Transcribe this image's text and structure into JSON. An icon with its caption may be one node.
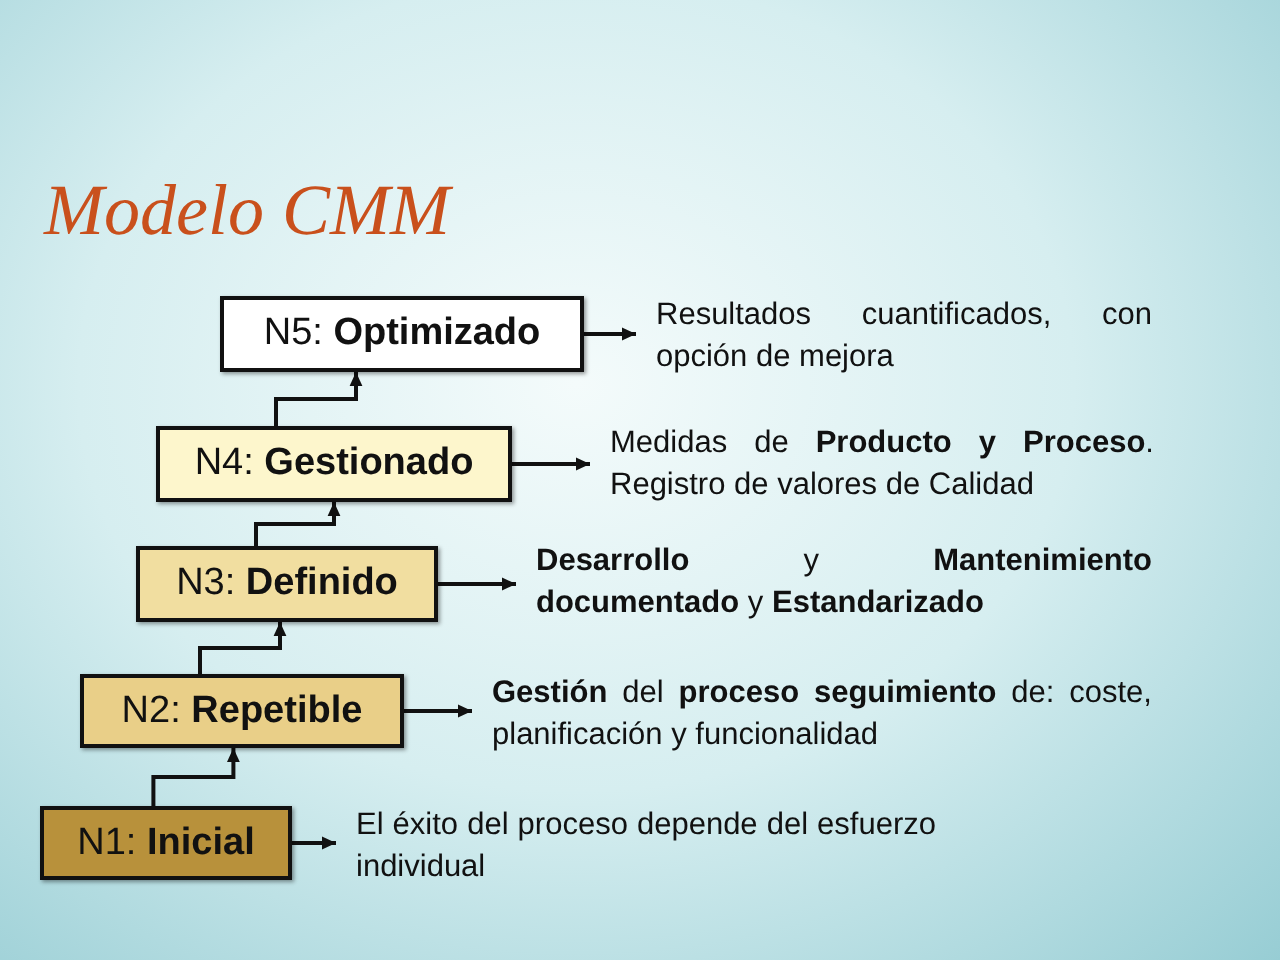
{
  "diagram": {
    "title": "Modelo CMM",
    "nodes": [
      {
        "text": [
          "N5: **Optimizado**"
        ]
      },
      {
        "text": [
          "Resultados cuantificados, con opción de mejora"
        ]
      },
      {
        "text": [
          "N4: **Gestionado**"
        ]
      },
      {
        "text": [
          "Medidas de **Producto y Proceso**. Registro de valores de Calidad"
        ]
      },
      {
        "text": [
          "N3: **Definido**"
        ]
      },
      {
        "text": [
          "**Desarrollo** y **Mantenimiento documentado** y **Estandarizado**"
        ]
      },
      {
        "text": [
          "N2: **Repetible**"
        ]
      },
      {
        "text": [
          "**Gestión** del **proceso seguimiento** de: coste, planificación y funcionalidad"
        ]
      },
      {
        "text": [
          "N1: **Inicial**"
        ]
      },
      {
        "text": [
          "El éxito del proceso depende del esfuerzo individual"
        ]
      }
    ],
    "edges": [
      {
        "from": 0,
        "to": 1,
        "arrow": "to"
      },
      {
        "from": 2,
        "to": 3,
        "arrow": "to"
      },
      {
        "from": 4,
        "to": 5,
        "arrow": "to"
      },
      {
        "from": 6,
        "to": 7,
        "arrow": "to"
      },
      {
        "from": 8,
        "to": 9,
        "arrow": "to"
      },
      {
        "from": 8,
        "to": 6,
        "arrow": "to"
      },
      {
        "from": 6,
        "to": 4,
        "arrow": "to"
      },
      {
        "from": 4,
        "to": 2,
        "arrow": "to"
      },
      {
        "from": 2,
        "to": 0,
        "arrow": "to"
      }
    ]
  }
}
